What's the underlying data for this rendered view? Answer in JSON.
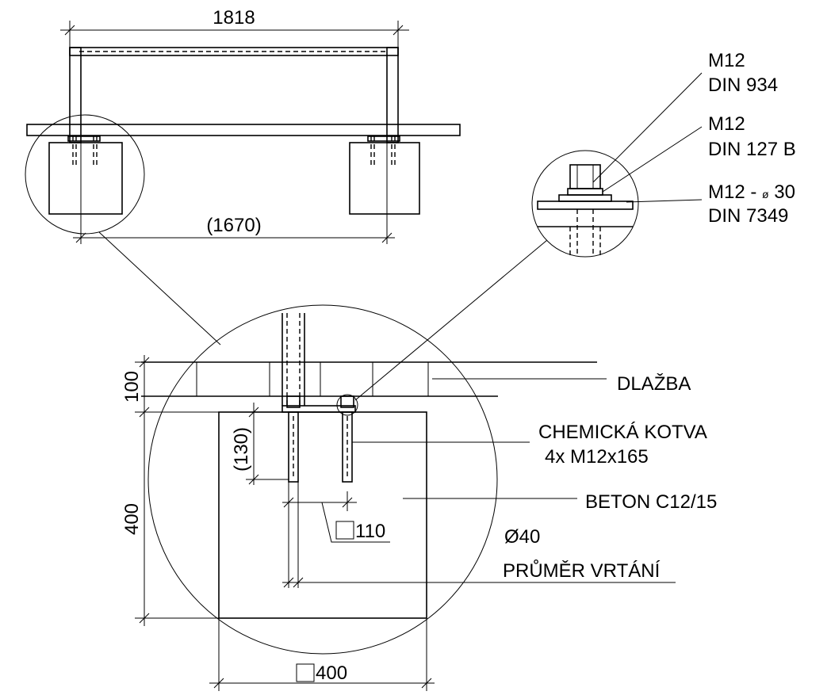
{
  "dimensions": {
    "frame_width": "1818",
    "foundation_spacing": "(1670)",
    "paving_height": "100",
    "anchor_embed": "(130)",
    "block_height": "400",
    "anchor_square": "110",
    "block_size": "400"
  },
  "callouts": {
    "nut": [
      "M12",
      "DIN 934"
    ],
    "spring_washer": [
      "M12",
      "DIN 127 B"
    ],
    "washer": [
      "M12 - ",
      "ø",
      " 30",
      "DIN 7349"
    ],
    "paving": "DLAŽBA",
    "anchor": [
      "CHEMICKÁ KOTVA",
      "4x M12x165"
    ],
    "concrete": "BETON C12/15",
    "drill_dia": "Ø40",
    "drill_label": "PRŮMĚR VRTÁNÍ"
  }
}
